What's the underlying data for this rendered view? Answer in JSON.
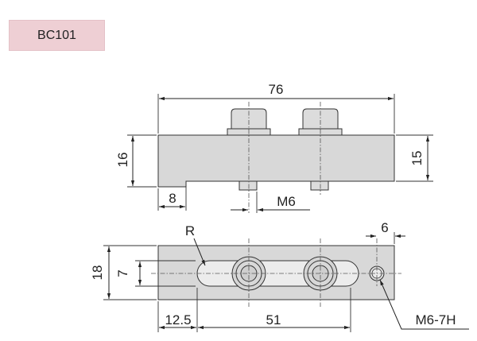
{
  "part_code": "BC101",
  "dimensions": {
    "overall_length": "76",
    "height_left": "16",
    "height_right": "15",
    "step": "8",
    "thread_side": "M6",
    "width": "18",
    "slot_width": "7",
    "radius": "R",
    "offset_right": "6",
    "offset_left": "12.5",
    "slot_length": "51",
    "thread_hole": "M6-7H"
  }
}
